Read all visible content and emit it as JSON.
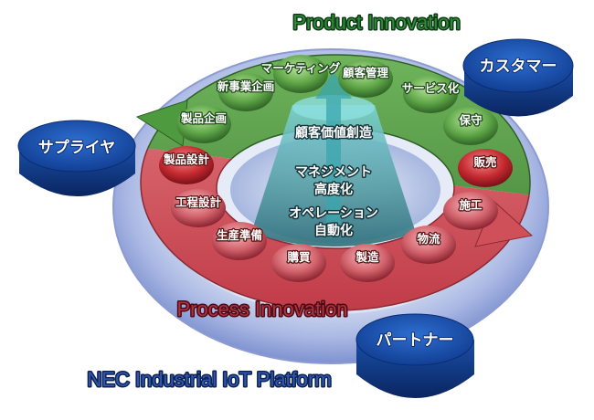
{
  "titles": {
    "product": "Product Innovation",
    "process": "Process Innovation",
    "platform": "NEC Industrial IoT Platform"
  },
  "partners": {
    "customer": "カスタマー",
    "supplier": "サプライヤ",
    "partner": "パートナー"
  },
  "product_steps": [
    "マーケティング",
    "顧客管理",
    "新事業企画",
    "サービス化",
    "製品企画",
    "保守"
  ],
  "process_steps": [
    "製品設計",
    "販売",
    "工程設計",
    "施工",
    "生産準備",
    "物流",
    "購買",
    "製造"
  ],
  "center": {
    "value": "顧客価値創造",
    "management_1": "マネジメント",
    "management_2": "高度化",
    "operation_1": "オペレーション",
    "operation_2": "自動化"
  },
  "colors": {
    "green": "#4e9a3e",
    "red": "#d0505a",
    "blue": "#1a4fa8",
    "teal": "#5fc4c8"
  }
}
